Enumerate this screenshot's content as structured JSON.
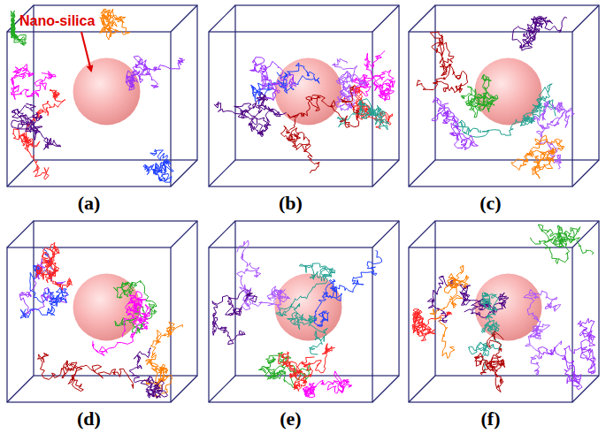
{
  "diagram": {
    "labels": [
      "Nano-silica",
      "(a)",
      "(b)",
      "(c)",
      "(d)",
      "(e)",
      "(f)"
    ]
  }
}
